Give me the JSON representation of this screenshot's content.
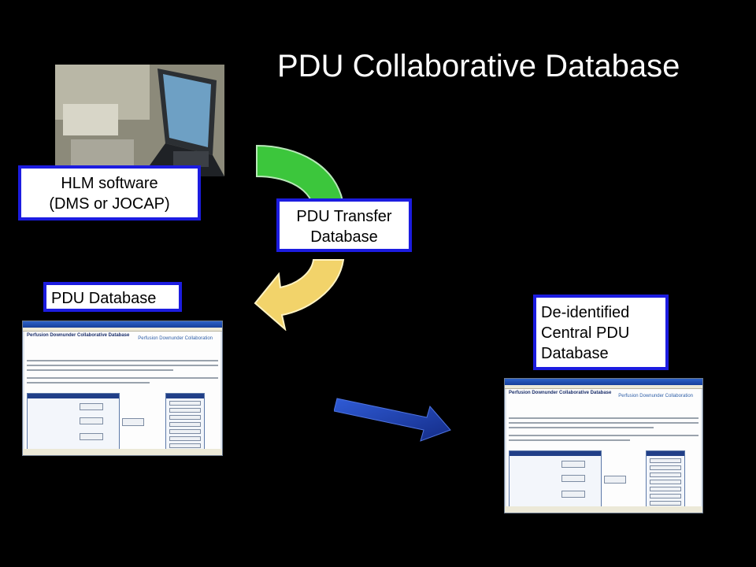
{
  "slide": {
    "title": "PDU Collaborative Database"
  },
  "callouts": {
    "hlm": {
      "line1": "HLM  software",
      "line2": "(DMS or JOCAP)"
    },
    "transfer": {
      "line1": "PDU Transfer",
      "line2": "Database"
    },
    "pdu": {
      "label": "PDU Database"
    },
    "central": {
      "line1": "De-identified",
      "line2": "Central PDU",
      "line3": "Database"
    }
  },
  "thumbnails": {
    "heading": "Perfusion Downunder Collaborative Database",
    "logo": "Perfusion Downunder Collaboration"
  },
  "colors": {
    "background": "#000000",
    "callout_border": "#1c1ce0",
    "arrow_green": "#3cc63c",
    "arrow_yellow": "#f2d36a",
    "arrow_blue": "#1d3fb0"
  }
}
